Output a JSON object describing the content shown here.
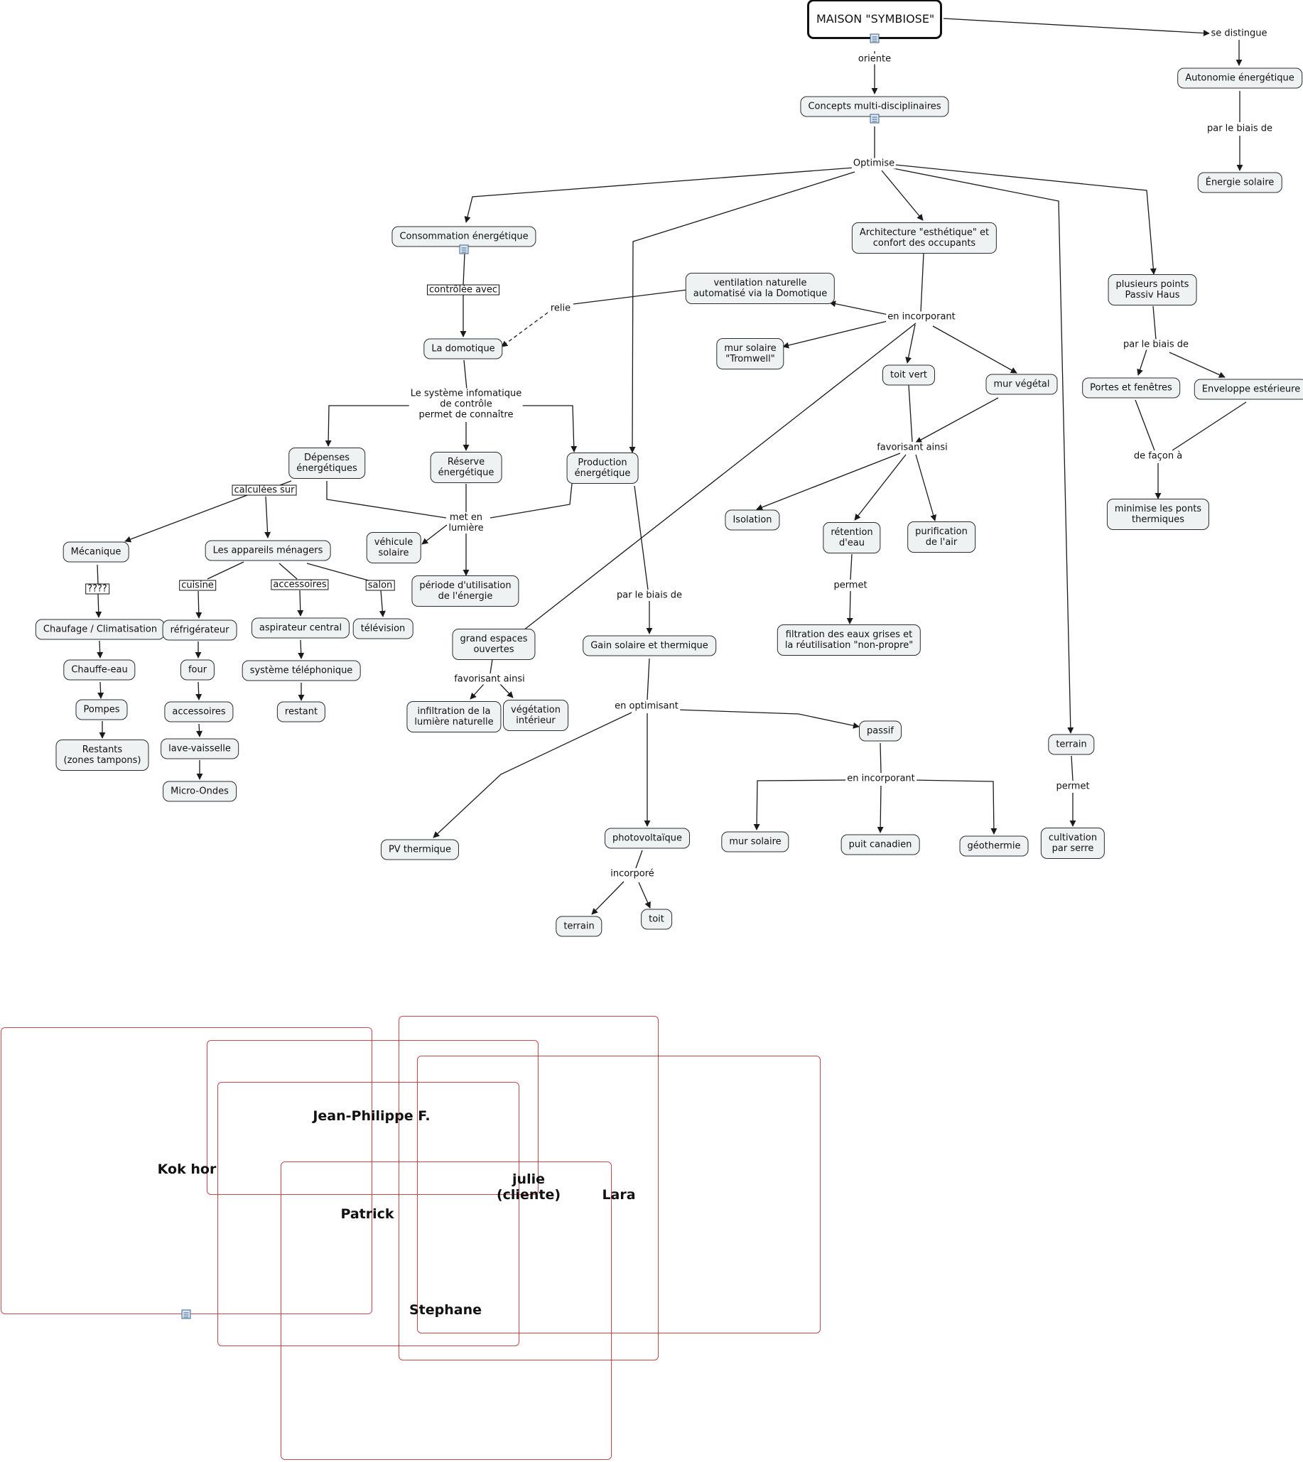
{
  "nodes": {
    "maison": "MAISON \"SYMBIOSE\"",
    "concepts": "Concepts multi-disciplinaires",
    "autonomie": "Autonomie énergétique",
    "energie_solaire": "Énergie solaire",
    "conso": "Consommation énergétique",
    "archi": "Architecture \"esthétique\" et\nconfort des occupants",
    "ventilation": "ventilation naturelle\nautomatisé via la Domotique",
    "domotique": "La domotique",
    "mur_tromwell": "mur solaire\n\"Tromwell\"",
    "toit_vert": "toit vert",
    "mur_vegetal": "mur végétal",
    "passiv": "plusieurs points\nPassiv Haus",
    "portes": "Portes et fenêtres",
    "enveloppe": "Enveloppe estérieure",
    "minimise": "minimise les ponts\nthermiques",
    "depenses": "Dépenses\nénergétiques",
    "reserve": "Réserve\nénergétique",
    "production": "Production\nénergétique",
    "isolation": "Isolation",
    "retention": "rétention\nd'eau",
    "purification": "purification\nde l'air",
    "mecanique": "Mécanique",
    "appareils": "Les appareils ménagers",
    "vehicule": "véhicule\nsolaire",
    "periode": "période d'utilisation\nde l'énergie",
    "chaufage": "Chaufage / Climatisation",
    "refrigerateur": "réfrigérateur",
    "aspirateur": "aspirateur central",
    "television": "télévision",
    "grand_espaces": "grand espaces\nouvertes",
    "gain_solaire": "Gain solaire et thermique",
    "filtration": "filtration des eaux grises et\nla réutilisation \"non-propre\"",
    "chauffe_eau": "Chauffe-eau",
    "four": "four",
    "systeme_tel": "système téléphonique",
    "pompes": "Pompes",
    "accessoires_node": "accessoires",
    "restant": "restant",
    "infiltration": "infiltration de la\nlumière naturelle",
    "vegetation": "végétation\nintérieur",
    "passif": "passif",
    "terrain_right": "terrain",
    "restants": "Restants\n(zones tampons)",
    "lave_vaisselle": "lave-vaisselle",
    "micro_ondes": "Micro-Ondes",
    "cultivation": "cultivation\npar serre",
    "pv_thermique": "PV thermique",
    "photovoltaique": "photovoltaïque",
    "mur_solaire": "mur solaire",
    "puit_canadien": "puit canadien",
    "geothermie": "géothermie",
    "terrain_bottom": "terrain",
    "toit": "toit"
  },
  "links": {
    "oriente": "oriente",
    "se_distingue": "se distingue",
    "par_le_biais_de_1": "par le biais de",
    "optimise": "Optimise",
    "controlee_avec": "contrôlée avec",
    "relie": "relie",
    "en_incorporant_1": "en incorporant",
    "par_le_biais_de_2": "par le biais de",
    "le_systeme": "Le système infomatique\nde contrôle\npermet de connaître",
    "de_facon_a": "de façon à",
    "favorisant_ainsi_1": "favorisant ainsi",
    "calculees_sur": "calculées sur",
    "met_en_lumiere": "met en\nlumière",
    "questions": "????",
    "cuisine": "cuisine",
    "accessoires_link": "accessoires",
    "salon": "salon",
    "par_le_biais_de_3": "par le biais de",
    "permet_1": "permet",
    "favorisant_ainsi_2": "favorisant ainsi",
    "en_optimisant": "en optimisant",
    "en_incorporant_2": "en incorporant",
    "permet_2": "permet",
    "incorpore": "incorporé"
  },
  "team": {
    "jean_philippe": "Jean-Philippe F.",
    "kok_hor": "Kok hor",
    "julie": "julie\n(cliente)",
    "lara": "Lara",
    "patrick": "Patrick",
    "stephane": "Stephane"
  },
  "colors": {
    "node_fill": "#eef2f3",
    "node_border": "#2c2c2c",
    "line": "#1a1a1a",
    "red_box": "#c8484f"
  }
}
